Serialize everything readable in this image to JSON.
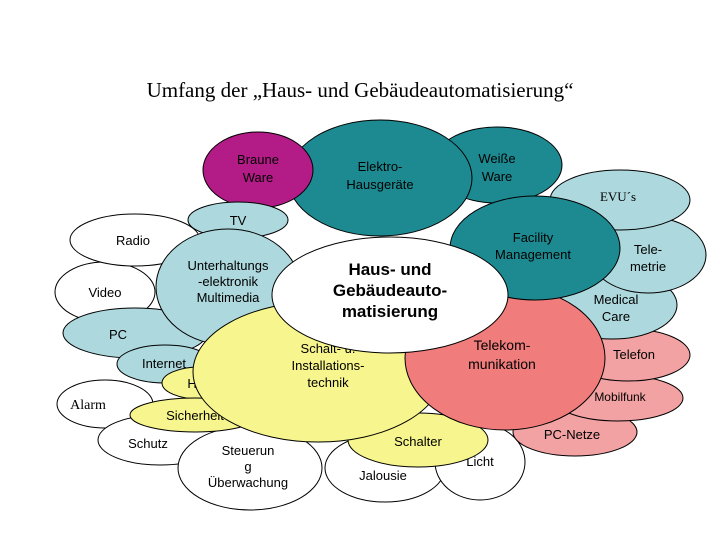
{
  "title": "Umfang der „Haus- und Gebäudeautomatisierung“",
  "colors": {
    "magenta": "#b31b86",
    "teal": "#1d8a91",
    "light_teal": "#add8dd",
    "yellow": "#f7f58d",
    "coral": "#f07c7c",
    "light_coral": "#f2a2a2",
    "white": "#ffffff",
    "outline": "#000000"
  },
  "nodes": [
    {
      "id": "video",
      "lines": [
        "Video"
      ],
      "fill": "white"
    },
    {
      "id": "radio",
      "lines": [
        "Radio"
      ],
      "fill": "white"
    },
    {
      "id": "alarm",
      "lines": [
        "Alarm"
      ],
      "fill": "white"
    },
    {
      "id": "schutz",
      "lines": [
        "Schutz"
      ],
      "fill": "white"
    },
    {
      "id": "ueberwachung",
      "lines": [
        "Steuerun",
        "g",
        "Überwachung"
      ],
      "fill": "white"
    },
    {
      "id": "jalousie",
      "lines": [
        "Jalousie"
      ],
      "fill": "white"
    },
    {
      "id": "licht",
      "lines": [
        "Licht"
      ],
      "fill": "white"
    },
    {
      "id": "pc-netze",
      "lines": [
        "PC-Netze"
      ],
      "fill": "light_coral"
    },
    {
      "id": "mobilfunk",
      "lines": [
        "Mobilfunk"
      ],
      "fill": "light_coral"
    },
    {
      "id": "telefon",
      "lines": [
        "Telefon"
      ],
      "fill": "light_coral"
    },
    {
      "id": "medical-care",
      "lines": [
        "Medical",
        "Care"
      ],
      "fill": "light_teal"
    },
    {
      "id": "telemetrie",
      "lines": [
        "Tele-",
        "metrie"
      ],
      "fill": "light_teal"
    },
    {
      "id": "evus",
      "lines": [
        "EVU´s"
      ],
      "fill": "light_teal"
    },
    {
      "id": "weisse-ware",
      "lines": [
        "Weiße",
        "Ware"
      ],
      "fill": "teal"
    },
    {
      "id": "elektro-hausgeraete",
      "lines": [
        "Elektro-",
        "Hausgeräte"
      ],
      "fill": "teal"
    },
    {
      "id": "braune-ware",
      "lines": [
        "Braune",
        "Ware"
      ],
      "fill": "magenta"
    },
    {
      "id": "tv",
      "lines": [
        "TV"
      ],
      "fill": "light_teal"
    },
    {
      "id": "pc",
      "lines": [
        "PC"
      ],
      "fill": "light_teal"
    },
    {
      "id": "unterhaltungselektronik",
      "lines": [
        "Unterhaltungs",
        "-elektronik",
        "Multimedia"
      ],
      "fill": "light_teal"
    },
    {
      "id": "internet",
      "lines": [
        "Internet"
      ],
      "fill": "light_teal"
    },
    {
      "id": "hkl",
      "lines": [
        "HKL"
      ],
      "fill": "yellow"
    },
    {
      "id": "sicherheit",
      "lines": [
        "Sicherheit"
      ],
      "fill": "yellow"
    },
    {
      "id": "schalter",
      "lines": [
        "Schalter"
      ],
      "fill": "yellow"
    },
    {
      "id": "schalt-installationstechnik",
      "lines": [
        "Schalt- u.",
        "Installations-",
        "technik"
      ],
      "fill": "yellow"
    },
    {
      "id": "telekommunikation",
      "lines": [
        "Telekom-",
        "munikation"
      ],
      "fill": "coral"
    },
    {
      "id": "facility-management",
      "lines": [
        "Facility",
        "Management"
      ],
      "fill": "teal"
    },
    {
      "id": "haus-gebaeudeautomatisierung",
      "lines": [
        "Haus- und",
        "Gebäudeauto-",
        "matisierung"
      ],
      "fill": "white"
    }
  ]
}
